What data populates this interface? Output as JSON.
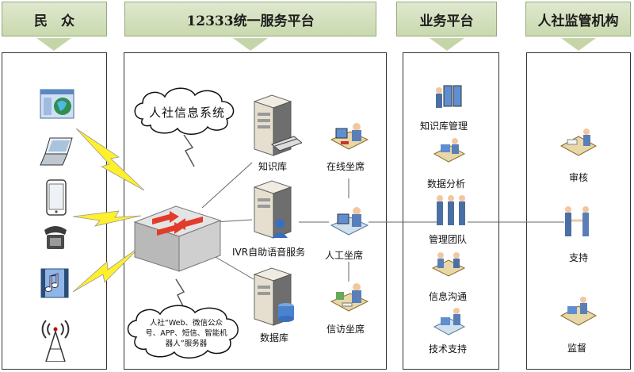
{
  "headers": {
    "public": "民　众",
    "platform": "12333统一服务平台",
    "business": "业务平台",
    "regulator": "人社监管机构"
  },
  "platform": {
    "cloud_title": "人社信息系统",
    "knowledge_server": "知识库",
    "ivr_server": "IVR自助语音服务",
    "database": "数据库",
    "online_seat": "在线坐席",
    "manual_seat": "人工坐席",
    "petition_seat": "信访坐席",
    "channels_cloud": "人社“Web、微信公众号、APP、短信、智能机器人”服务器"
  },
  "business": {
    "items": [
      "知识库管理",
      "数据分析",
      "管理团队",
      "信息沟通",
      "技术支持"
    ]
  },
  "regulator": {
    "items": [
      "审核",
      "支持",
      "监督"
    ]
  },
  "public_icons": [
    "web-browser-icon",
    "laptop-icon",
    "smartphone-icon",
    "telephone-icon",
    "media-icon",
    "radio-tower-icon"
  ]
}
